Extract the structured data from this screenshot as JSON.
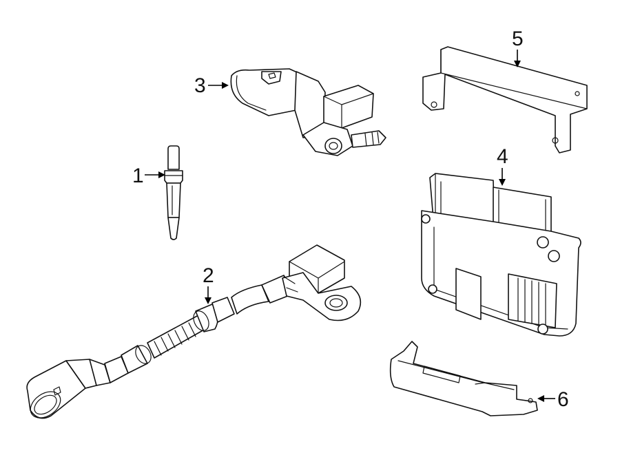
{
  "callouts": {
    "c1": "1",
    "c2": "2",
    "c3": "3",
    "c4": "4",
    "c5": "5",
    "c6": "6"
  },
  "parts": [
    {
      "callout": "1",
      "icon": "glow-plug-icon"
    },
    {
      "callout": "2",
      "icon": "harness-sensor-icon"
    },
    {
      "callout": "3",
      "icon": "angled-sensor-icon"
    },
    {
      "callout": "4",
      "icon": "control-module-icon"
    },
    {
      "callout": "5",
      "icon": "mounting-bracket-icon"
    },
    {
      "callout": "6",
      "icon": "module-bracket-icon"
    }
  ],
  "colors": {
    "line": "#111111",
    "background": "#ffffff"
  }
}
